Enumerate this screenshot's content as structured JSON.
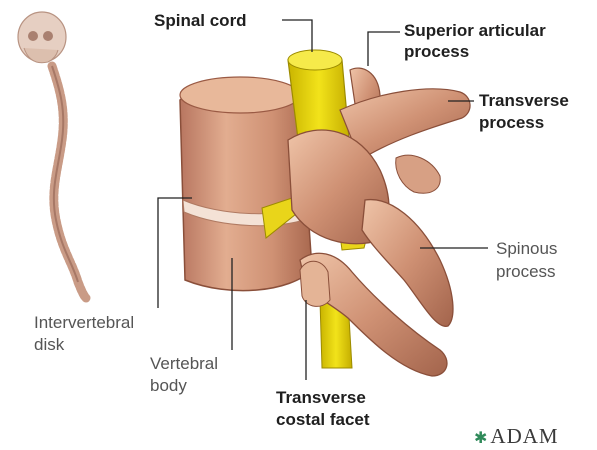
{
  "labels": {
    "spinal_cord": "Spinal cord",
    "superior_articular_1": "Superior articular",
    "superior_articular_2": "process",
    "transverse_process_1": "Transverse",
    "transverse_process_2": "process",
    "spinous_process_1": "Spinous",
    "spinous_process_2": "process",
    "intervertebral_disk_1": "Intervertebral",
    "intervertebral_disk_2": "disk",
    "vertebral_body_1": "Vertebral",
    "vertebral_body_2": "body",
    "transverse_costal_facet_1": "Transverse",
    "transverse_costal_facet_2": "costal facet"
  },
  "brand": {
    "name": "ADAM",
    "icon": "leaf-star-icon"
  },
  "colors": {
    "bone": "#c98a6c",
    "bone_light": "#e8b89a",
    "bone_dark": "#9a5a44",
    "spinal_cord": "#e3d200",
    "skeleton": "#caa08c",
    "leader_line": "#222222"
  }
}
